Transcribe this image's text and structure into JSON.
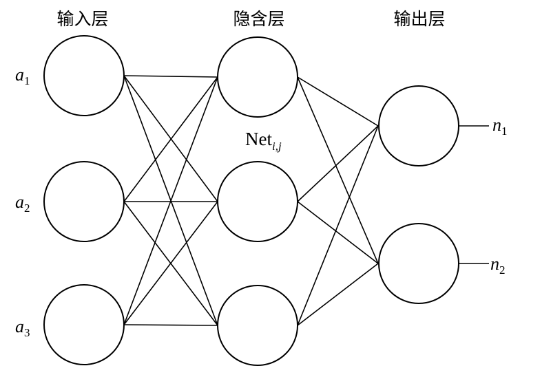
{
  "layers": {
    "input": {
      "title": "输入层"
    },
    "hidden": {
      "title": "隐含层"
    },
    "output": {
      "title": "输出层"
    }
  },
  "input_labels": [
    {
      "var": "a",
      "sub": "1"
    },
    {
      "var": "a",
      "sub": "2"
    },
    {
      "var": "a",
      "sub": "3"
    }
  ],
  "output_labels": [
    {
      "var": "n",
      "sub": "1"
    },
    {
      "var": "n",
      "sub": "2"
    }
  ],
  "net_label": {
    "main": "Net",
    "sub": "i,j"
  },
  "colors": {
    "stroke": "#000000",
    "background": "#ffffff"
  }
}
